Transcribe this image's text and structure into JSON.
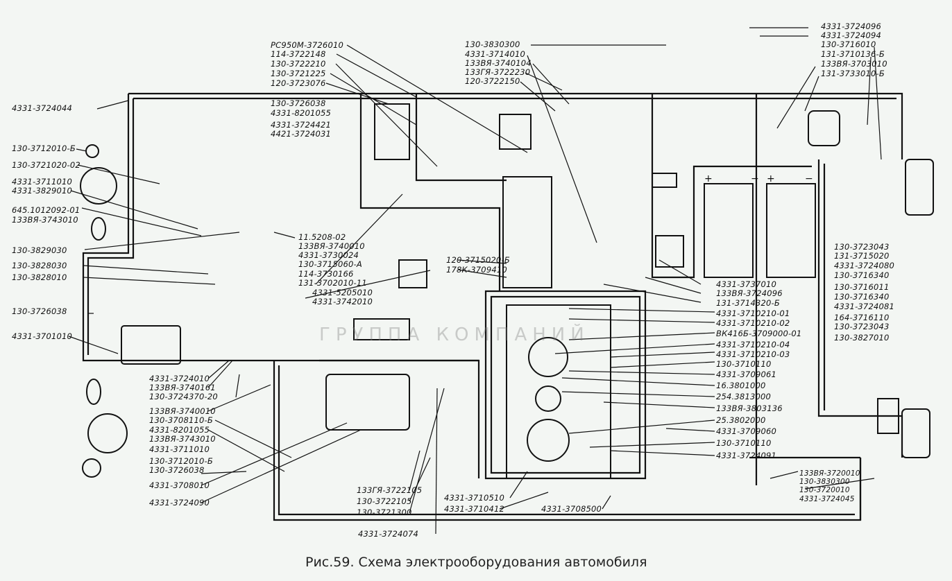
{
  "caption": "Рис.59. Схема электрооборудования автомобиля",
  "watermark": "ГРУППА КОМПАНИЙ",
  "labels": {
    "left": [
      "4331-3724044",
      "130-3712010-Б",
      "130-3721020-02",
      "4331-3711010",
      "4331-3829010",
      "645.1012092-01",
      "133ВЯ-3743010",
      "130-3829030",
      "130-3828030",
      "130-3828010",
      "130-3726038",
      "4331-3701010"
    ],
    "top_left": [
      "РС950М-3726010",
      "114-3722148",
      "130-3722210",
      "130-3721225",
      "120-3723076"
    ],
    "top_left_inner": [
      "130-3726038",
      "4331-8201055",
      "4331-3724421",
      "4421-3724031"
    ],
    "top_center": [
      "130-3830300",
      "4331-3714010",
      "133ВЯ-3740104",
      "133ГЯ-3722230",
      "120-3722150"
    ],
    "top_right": [
      "4331-3724096",
      "4331-3724094",
      "130-3716010",
      "131-3710136-Б",
      "133ВЯ-3703010",
      "131-3733010-Б"
    ],
    "right_mid": [
      "130-3723043",
      "131-3715020",
      "4331-3724080",
      "130-3716340",
      "130-3716011",
      "130-3716340",
      "4331-3724081",
      "164-3716110",
      "130-3723043",
      "130-3827010"
    ],
    "center_right": [
      "4331-3737010",
      "133ВЯ-3724096",
      "131-3714320-Б",
      "4331-3710210-01",
      "4331-3710210-02",
      "ВК416Б-3709000-01",
      "4331-3710210-04",
      "4331-3710210-03",
      "130-3710110",
      "4331-3709061",
      "16.3801000",
      "254.3813000",
      "133ВЯ-3803136",
      "25.3802000",
      "4331-3709060",
      "130-3710110",
      "4331-3724091"
    ],
    "bottom_right": [
      "133ВЯ-3720010",
      "130-3830300",
      "130-3720010",
      "4331-3724045"
    ],
    "center": [
      "11.5208-02",
      "133ВЯ-3740010",
      "4331-3730024",
      "130-3715060-А",
      "114-3730166",
      "131-3702010-11",
      "4331-5205010",
      "4331-3742010"
    ],
    "center_small": [
      "120-3715020-Б",
      "178К-3709410"
    ],
    "lower_left": [
      "4331-3724010",
      "133ВЯ-3740161",
      "130-3724370-20",
      "133ВЯ-3740010",
      "130-3708110-Б",
      "4331-8201055",
      "133ВЯ-3743010",
      "4331-3711010",
      "130-3712010-Б",
      "130-3726038",
      "4331-3708010",
      "4331-3724090"
    ],
    "bottom": [
      "133ГЯ-3722105",
      "130-3722105",
      "130-3721300",
      "4331-3710510",
      "4331-3710412",
      "4331-3708500",
      "4331-3724074"
    ]
  }
}
